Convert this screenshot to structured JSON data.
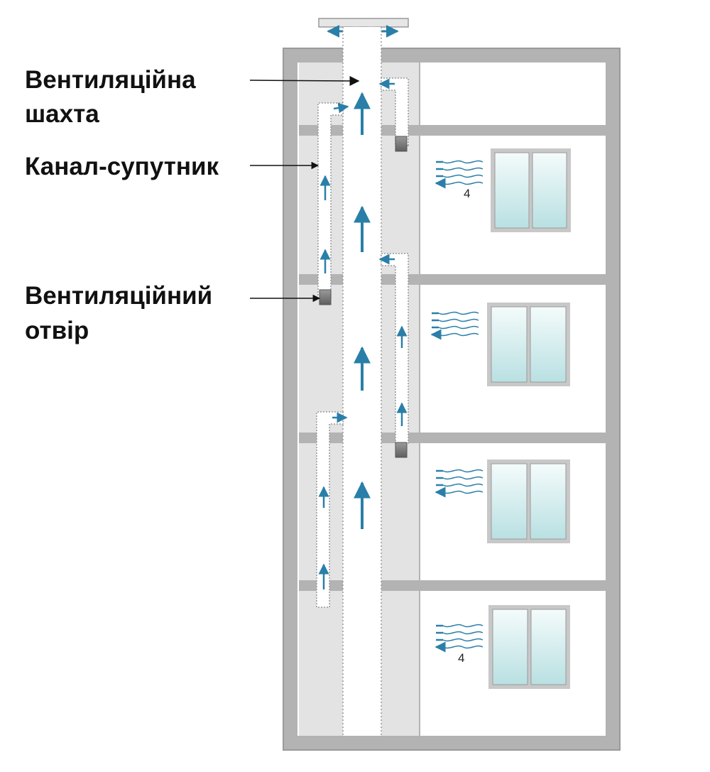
{
  "labels": {
    "shaft_line1": "Вентиляційна",
    "shaft_line2": "шахта",
    "satellite_channel": "Канал-супутник",
    "opening_line1": "Вентиляційний",
    "opening_line2": "отвір"
  },
  "room_markers": [
    "4",
    "4"
  ],
  "colors": {
    "wall": "#b3b3b3",
    "wall_edge": "#9a9a9a",
    "shaft_zone": "#e3e3e3",
    "channel": "#ffffff",
    "airflow_arrow": "#2a7fa8",
    "window_glass": "#cfeaea",
    "text": "#111111"
  },
  "icons": [
    "airflow-up-arrow-icon",
    "air-inflow-wave-icon",
    "vent-grille-icon",
    "window-icon"
  ]
}
